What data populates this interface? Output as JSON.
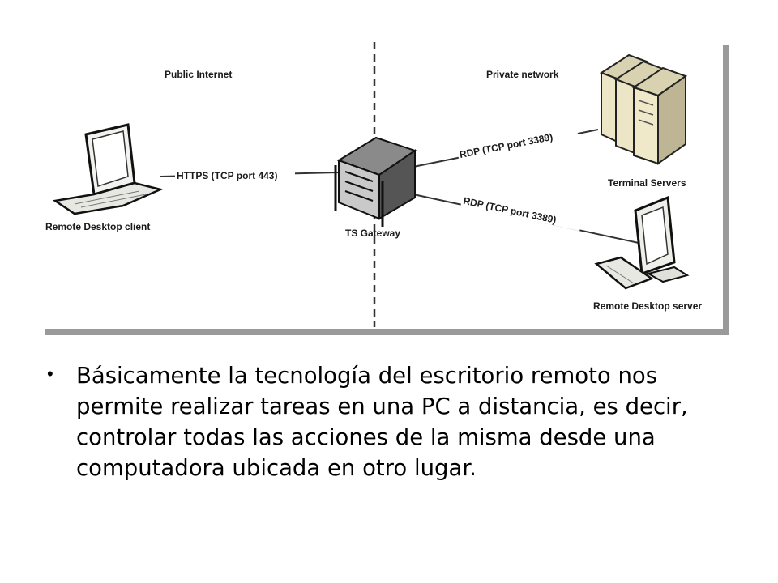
{
  "diagram": {
    "zones": {
      "public": "Public Internet",
      "private": "Private network"
    },
    "nodes": {
      "client": "Remote Desktop client",
      "gateway": "TS Gateway",
      "terminal_servers": "Terminal Servers",
      "rd_server": "Remote Desktop server"
    },
    "connections": {
      "https": "HTTPS (TCP port 443)",
      "rdp_terminal": "RDP (TCP port 3389)",
      "rdp_server": "RDP (TCP port 3389)"
    }
  },
  "bullet": {
    "symbol": "•",
    "text": "Básicamente la tecnología del escritorio remoto nos permite realizar tareas en una PC a distancia, es decir, controlar todas las acciones de la misma desde una computadora ubicada en otro lugar."
  }
}
